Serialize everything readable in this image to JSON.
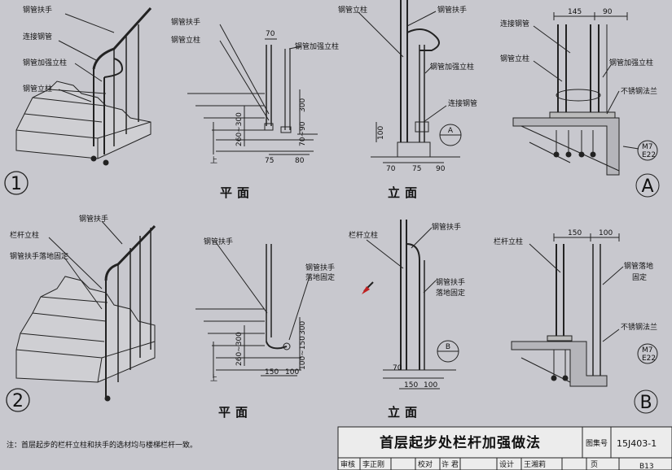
{
  "detail1": {
    "number": "1",
    "iso_labels": [
      "钢管扶手",
      "连接钢管",
      "钢管加强立柱",
      "钢管立柱"
    ],
    "plan": {
      "labels": [
        "钢管扶手",
        "钢管立柱",
        "钢管加强立柱"
      ],
      "dims": [
        "70",
        "300",
        "260~300",
        "70~90",
        "75",
        "80",
        "上"
      ],
      "caption": "平面"
    },
    "elev": {
      "labels": [
        "钢管立柱",
        "钢管扶手",
        "钢管加强立柱",
        "连接钢管"
      ],
      "dims": [
        "100",
        "70",
        "75",
        "90"
      ],
      "marker": "A",
      "caption": "立面"
    },
    "section": {
      "labels": [
        "连接钢管",
        "钢管立柱",
        "钢管加强立柱",
        "不锈钢法兰"
      ],
      "dims": [
        "145",
        "90",
        "M7",
        "E22"
      ],
      "marker": "A"
    }
  },
  "detail2": {
    "number": "2",
    "iso_labels": [
      "栏杆立柱",
      "钢管扶手",
      "钢管扶手落地固定"
    ],
    "plan": {
      "labels": [
        "钢管扶手",
        "钢管扶手",
        "落地固定"
      ],
      "dims": [
        "300",
        "260~300",
        "100~150",
        "150",
        "100",
        "上"
      ],
      "caption": "平面"
    },
    "elev": {
      "labels": [
        "栏杆立柱",
        "钢管扶手",
        "钢管扶手",
        "落地固定"
      ],
      "dims": [
        "70",
        "150",
        "100"
      ],
      "marker": "B",
      "caption": "立面"
    },
    "section": {
      "labels": [
        "栏杆立柱",
        "钢管落地",
        "固定",
        "不锈钢法兰"
      ],
      "dims": [
        "150",
        "100",
        "M7",
        "E22"
      ],
      "marker": "B"
    }
  },
  "note": "注：首层起步的栏杆立柱和扶手的选材均与楼梯栏杆一致。",
  "title_block": {
    "title": "首层起步处栏杆加强做法",
    "atlas_label": "图集号",
    "atlas_no": "15J403-1",
    "row2": [
      "审核",
      "李正刚",
      "校对",
      "许 君",
      "设计",
      "王湘莉",
      "页"
    ],
    "page": "B13"
  }
}
